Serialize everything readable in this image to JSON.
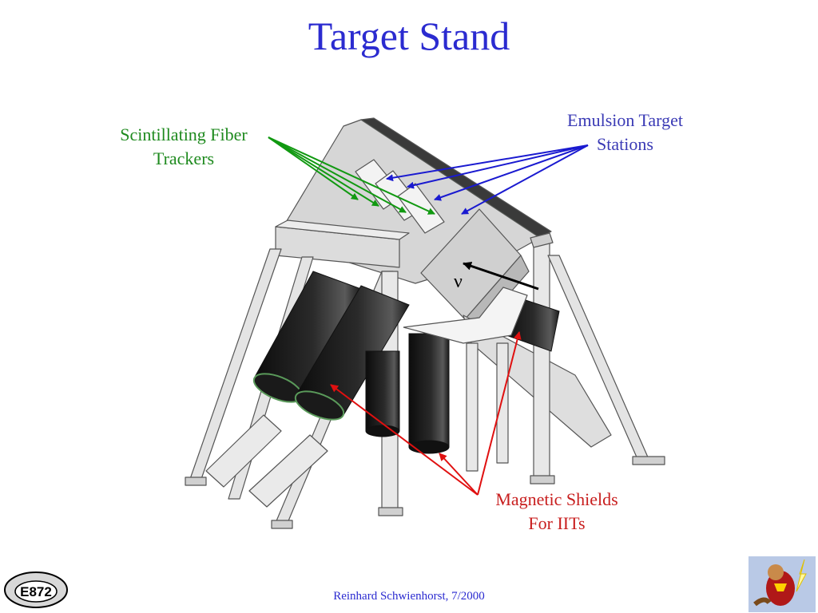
{
  "title": "Target Stand",
  "labels": {
    "scifi": [
      "Scintillating Fiber",
      "Trackers"
    ],
    "emulsion": [
      "Emulsion Target",
      "Stations"
    ],
    "shields": [
      "Magnetic Shields",
      "For IITs"
    ],
    "neutrino": "ν"
  },
  "footer": "Reinhard Schwienhorst, 7/2000",
  "logo_left_text": "E872",
  "colors": {
    "title": "#2b2bd0",
    "green": "#1e8a1e",
    "blue": "#1a1ad0",
    "red": "#e01010"
  }
}
